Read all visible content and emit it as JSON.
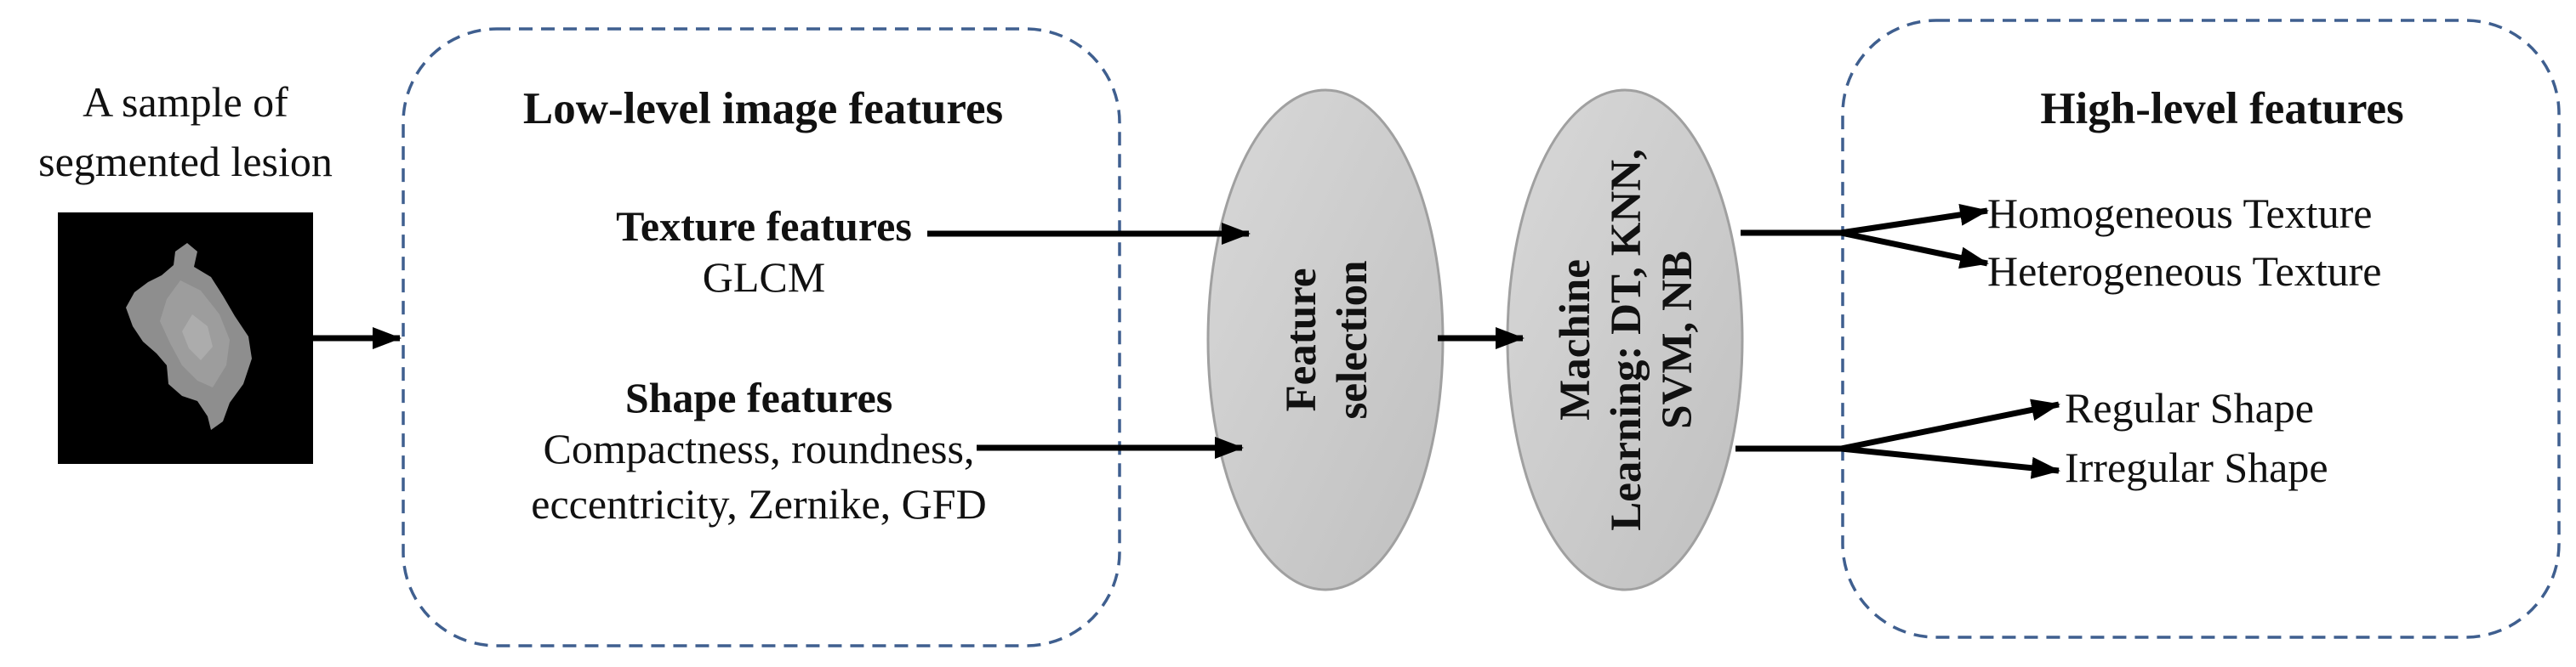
{
  "sample": {
    "caption_line1": "A sample of",
    "caption_line2": "segmented lesion"
  },
  "low_level": {
    "title": "Low-level image features",
    "texture_heading": "Texture features",
    "texture_method": "GLCM",
    "shape_heading": "Shape features",
    "shape_line1": "Compactness, roundness,",
    "shape_line2": "eccentricity, Zernike, GFD"
  },
  "feature_selection": {
    "line1": "Feature",
    "line2": "selection"
  },
  "machine_learning": {
    "line1": "Machine",
    "line2": "Learning: DT, KNN,",
    "line3": "SVM, NB"
  },
  "high_level": {
    "title": "High-level features",
    "texture_outputs": [
      "Homogeneous Texture",
      "Heterogeneous Texture"
    ],
    "shape_outputs": [
      "Regular Shape",
      "Irregular Shape"
    ]
  },
  "colors": {
    "dashed_border": "#3f5f8f",
    "ellipse_fill": "#cccccc",
    "ellipse_stroke": "#a0a0a0",
    "lesion_background": "#000000",
    "arrow": "#000000"
  }
}
